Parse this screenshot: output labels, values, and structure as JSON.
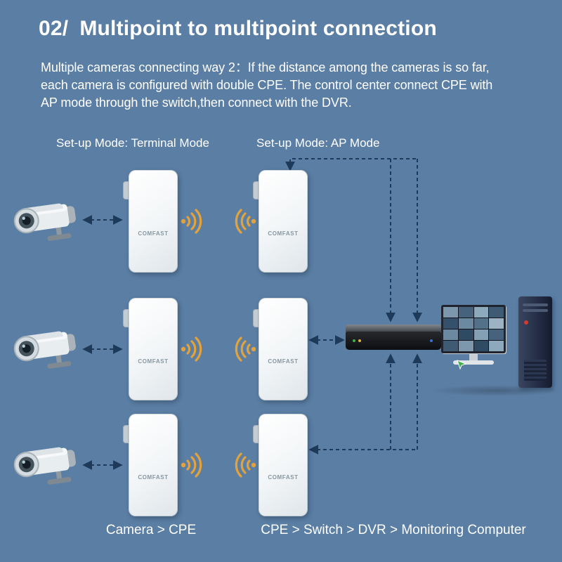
{
  "header": {
    "number": "02/",
    "title": "Multipoint to multipoint connection",
    "description_lines": [
      "Multiple cameras connecting way 2：If the distance among the cameras is so far,",
      "each camera is configured with double CPE. The control center connect CPE with",
      "AP mode through the switch,then connect with the DVR."
    ]
  },
  "diagram": {
    "left_mode_label": "Set-up Mode: Terminal Mode",
    "right_mode_label": "Set-up Mode: AP Mode",
    "cpe_brand": "COMFAST",
    "caption_left": "Camera > CPE",
    "caption_right": "CPE > Switch > DVR > Monitoring Computer"
  },
  "colors": {
    "background": "#5b7ea4",
    "text": "#ffffff",
    "connection_line": "#1d3a5a",
    "wifi_icon": "#e2a23c"
  }
}
